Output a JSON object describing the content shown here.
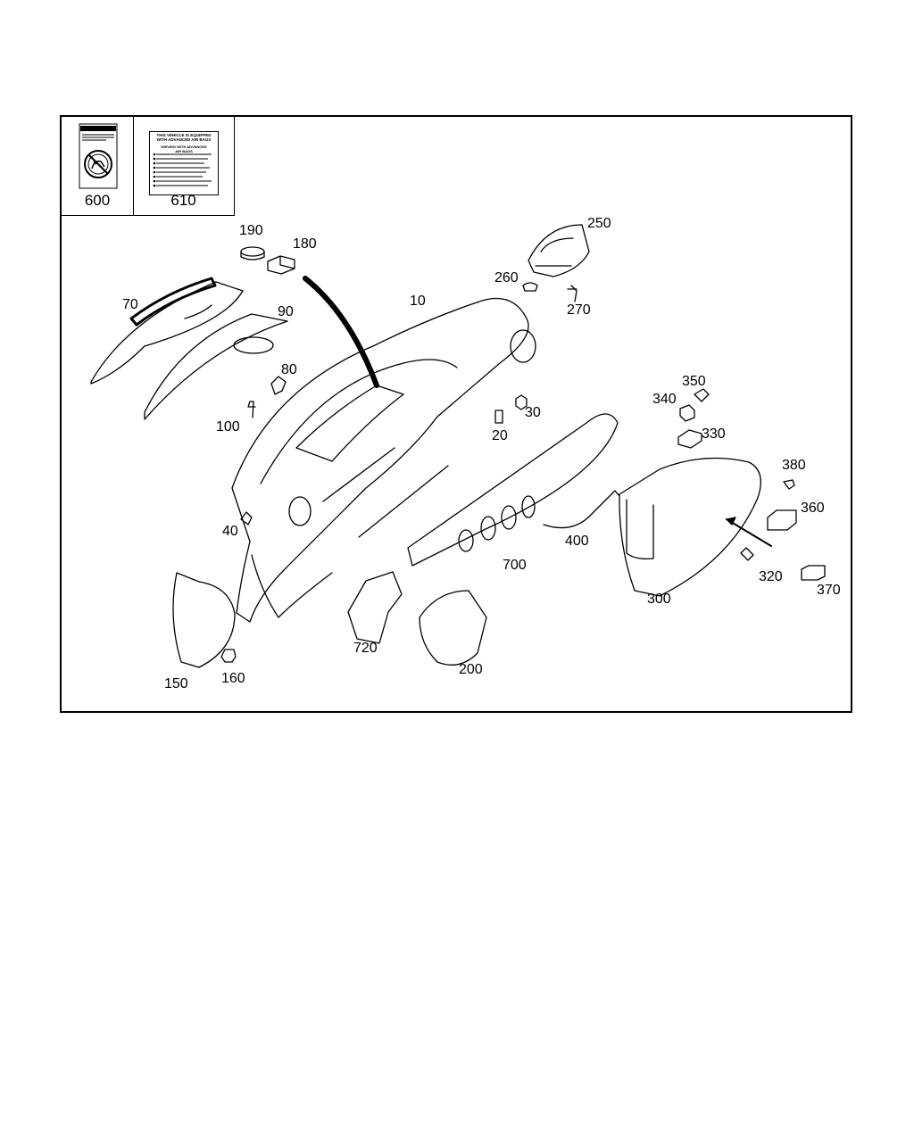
{
  "labels": {
    "warning_label_number": "600",
    "airbag_label_number": "610",
    "airbag_label_heading": "THIS VEHICLE IS EQUIPPED WITH ADVANCED AIR BAGS",
    "airbag_label_subheading": "DRIVING WITH ADVANCED AIR BAGS"
  },
  "callouts": [
    {
      "id": "c10",
      "text": "10"
    },
    {
      "id": "c20",
      "text": "20"
    },
    {
      "id": "c30",
      "text": "30"
    },
    {
      "id": "c40",
      "text": "40"
    },
    {
      "id": "c70",
      "text": "70"
    },
    {
      "id": "c80",
      "text": "80"
    },
    {
      "id": "c90",
      "text": "90"
    },
    {
      "id": "c100",
      "text": "100"
    },
    {
      "id": "c150",
      "text": "150"
    },
    {
      "id": "c160",
      "text": "160"
    },
    {
      "id": "c180",
      "text": "180"
    },
    {
      "id": "c190",
      "text": "190"
    },
    {
      "id": "c200",
      "text": "200"
    },
    {
      "id": "c250",
      "text": "250"
    },
    {
      "id": "c260",
      "text": "260"
    },
    {
      "id": "c270",
      "text": "270"
    },
    {
      "id": "c300",
      "text": "300"
    },
    {
      "id": "c320",
      "text": "320"
    },
    {
      "id": "c330",
      "text": "330"
    },
    {
      "id": "c340",
      "text": "340"
    },
    {
      "id": "c350",
      "text": "350"
    },
    {
      "id": "c360",
      "text": "360"
    },
    {
      "id": "c370",
      "text": "370"
    },
    {
      "id": "c380",
      "text": "380"
    },
    {
      "id": "c400",
      "text": "400"
    },
    {
      "id": "c700",
      "text": "700"
    },
    {
      "id": "c720",
      "text": "720"
    }
  ]
}
